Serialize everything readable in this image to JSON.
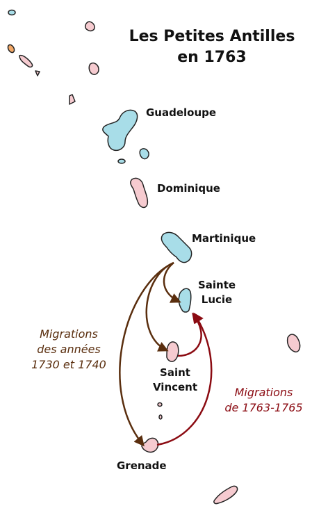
{
  "title": {
    "line1": "Les Petites Antilles",
    "line2": "en 1763"
  },
  "colors": {
    "french_island": "#a8dde8",
    "other_island": "#f6cbd0",
    "uncertain_island": "#f2a867",
    "outline": "#222222",
    "migration_1730_1740": "#5a2e0e",
    "migration_1763_1765": "#8b0b12"
  },
  "islands": {
    "guadeloupe": "Guadeloupe",
    "dominique": "Dominique",
    "martinique": "Martinique",
    "sainte_lucie": {
      "line1": "Sainte",
      "line2": "Lucie"
    },
    "saint_vincent": {
      "line1": "Saint",
      "line2": "Vincent"
    },
    "grenade": "Grenade"
  },
  "legend": {
    "early_migration": {
      "line1": "Migrations",
      "line2": "des années",
      "line3": "1730 et 1740"
    },
    "late_migration": {
      "line1": "Migrations",
      "line2": "de 1763-1765"
    }
  }
}
